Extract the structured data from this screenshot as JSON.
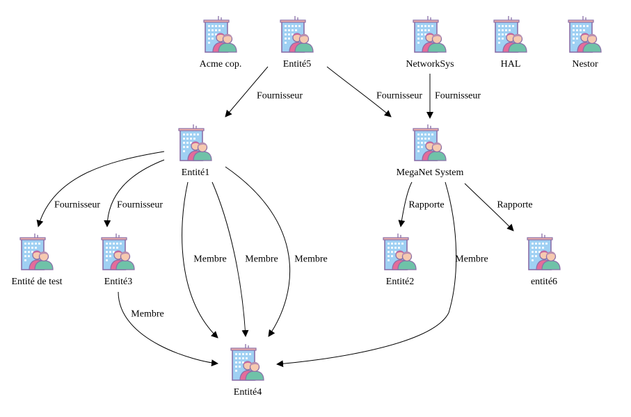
{
  "nodes": [
    {
      "id": "acme",
      "label": "Acme cop."
    },
    {
      "id": "entite5",
      "label": "Entité5"
    },
    {
      "id": "networksys",
      "label": "NetworkSys"
    },
    {
      "id": "hal",
      "label": "HAL"
    },
    {
      "id": "nestor",
      "label": "Nestor"
    },
    {
      "id": "entite1",
      "label": "Entité1"
    },
    {
      "id": "meganet",
      "label": "MegaNet System"
    },
    {
      "id": "entite_test",
      "label": "Entité de test"
    },
    {
      "id": "entite3",
      "label": "Entité3"
    },
    {
      "id": "entite2",
      "label": "Entité2"
    },
    {
      "id": "entite6",
      "label": "entité6"
    },
    {
      "id": "entite4",
      "label": "Entité4"
    }
  ],
  "edges": [
    {
      "from": "entite5",
      "to": "entite1",
      "label": "Fournisseur"
    },
    {
      "from": "entite5",
      "to": "meganet",
      "label": "Fournisseur"
    },
    {
      "from": "networksys",
      "to": "meganet",
      "label": "Fournisseur"
    },
    {
      "from": "entite1",
      "to": "entite_test",
      "label": "Fournisseur"
    },
    {
      "from": "entite1",
      "to": "entite3",
      "label": "Fournisseur"
    },
    {
      "from": "entite1",
      "to": "entite4",
      "label": "Membre"
    },
    {
      "from": "entite1",
      "to": "entite4",
      "label": "Membre"
    },
    {
      "from": "entite1",
      "to": "entite4",
      "label": "Membre"
    },
    {
      "from": "meganet",
      "to": "entite2",
      "label": "Rapporte"
    },
    {
      "from": "meganet",
      "to": "entite6",
      "label": "Rapporte"
    },
    {
      "from": "meganet",
      "to": "entite4",
      "label": "Membre"
    },
    {
      "from": "entite3",
      "to": "entite4",
      "label": "Membre"
    }
  ],
  "icon": "building-with-people-icon",
  "colors": {
    "building": "#9fd0f3",
    "building_outline": "#8a6fa8",
    "person_shirt": "#6fc2a8",
    "person_skin": "#f6c9b0",
    "person_hair": "#c46aa0",
    "edge": "#000000"
  }
}
